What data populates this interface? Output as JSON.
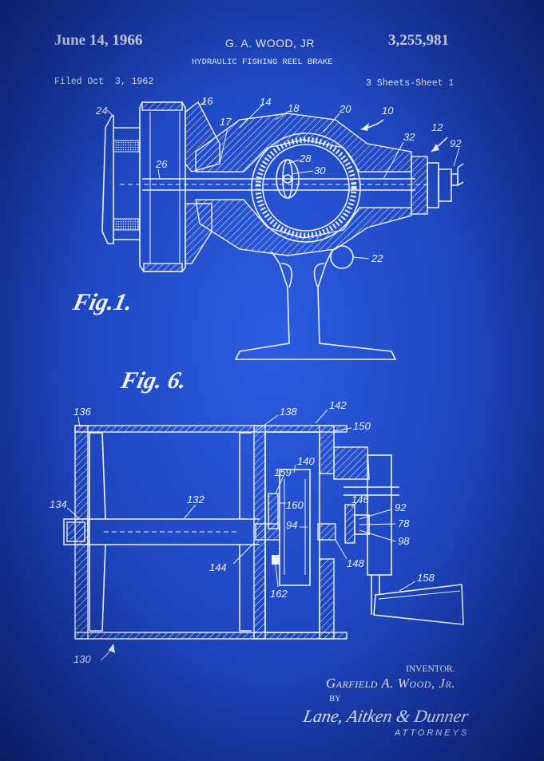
{
  "header": {
    "date": "June 14, 1966",
    "inventor_name": "G. A. WOOD, JR",
    "patent_number": "3,255,981",
    "title": "HYDRAULIC FISHING REEL BRAKE",
    "filed": "Filed Oct  3, 1962",
    "sheets": "3 Sheets-Sheet 1"
  },
  "figures": {
    "fig1_label": "Fig.1.",
    "fig6_label": "Fig. 6."
  },
  "fig1_refs": {
    "r10": "10",
    "r12": "12",
    "r14": "14",
    "r16": "16",
    "r17": "17",
    "r18": "18",
    "r20": "20",
    "r22": "22",
    "r24": "24",
    "r26": "26",
    "r28": "28",
    "r30": "30",
    "r32": "32",
    "r92": "92"
  },
  "fig6_refs": {
    "r130": "130",
    "r132": "132",
    "r134": "134",
    "r136": "136",
    "r138": "138",
    "r140": "140",
    "r142": "142",
    "r144": "144",
    "r146": "146",
    "r148": "148",
    "r150": "150",
    "r158": "158",
    "r159": "159",
    "r160": "160",
    "r162": "162",
    "r92": "92",
    "r94": "94",
    "r78": "78",
    "r98": "98"
  },
  "signature": {
    "inventor_label": "INVENTOR.",
    "inventor_name": "Garfield A. Wood, Jr.",
    "by": "BY",
    "firm": "Lane, Aitken & Dunner",
    "attorneys": "ATTORNEYS"
  },
  "colors": {
    "paper": "#2049c4",
    "ink": "#eef3ff"
  }
}
